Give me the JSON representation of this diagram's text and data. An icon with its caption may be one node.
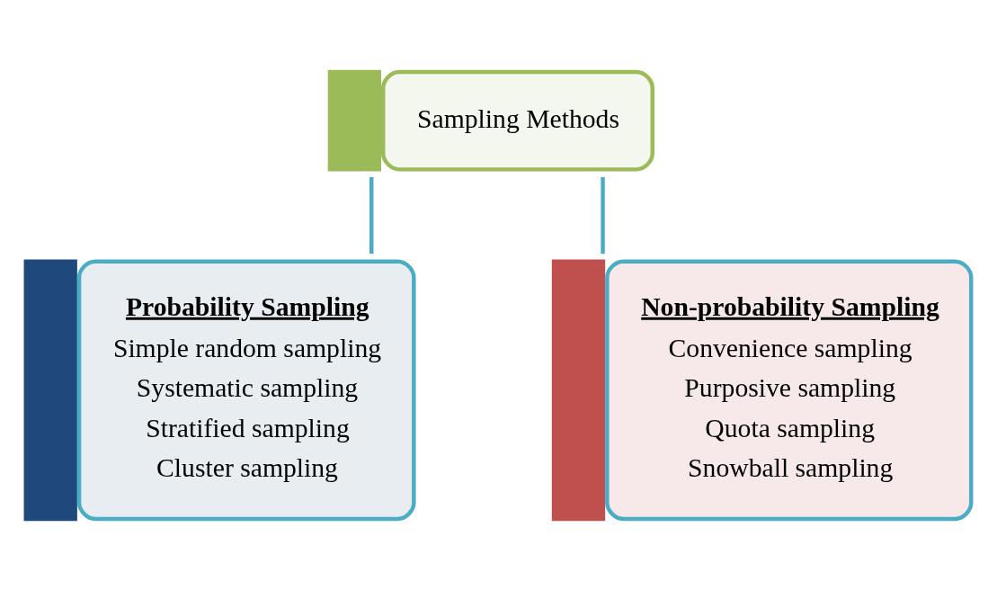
{
  "diagram": {
    "nodes": [
      {
        "text": [
          "Sampling Methods"
        ]
      },
      {
        "text": [
          "Probability Sampling",
          "Simple random sampling",
          "Systematic sampling",
          "Stratified sampling",
          "Cluster sampling"
        ]
      },
      {
        "text": [
          "Non-probability Sampling",
          "Convenience sampling",
          "Purposive sampling",
          "Quota sampling",
          "Snowball sampling"
        ]
      }
    ],
    "edges": [
      {
        "from": 0,
        "to": 1,
        "arrow": "none"
      },
      {
        "from": 0,
        "to": 2,
        "arrow": "none"
      }
    ]
  }
}
